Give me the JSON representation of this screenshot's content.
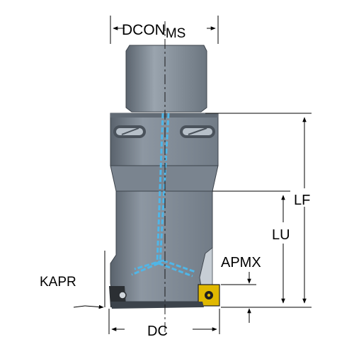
{
  "labels": {
    "dcon": "DCON",
    "dcon_sub": "MS",
    "lf": "LF",
    "lu": "LU",
    "apmx": "APMX",
    "kapr": "KAPR",
    "dc": "DC"
  },
  "colors": {
    "body": "#7f8a96",
    "body_light": "#a9b3bd",
    "body_dark": "#4a525b",
    "coolant": "#4fb6e8",
    "insert": "#e0b800",
    "dimension": "#000000"
  }
}
